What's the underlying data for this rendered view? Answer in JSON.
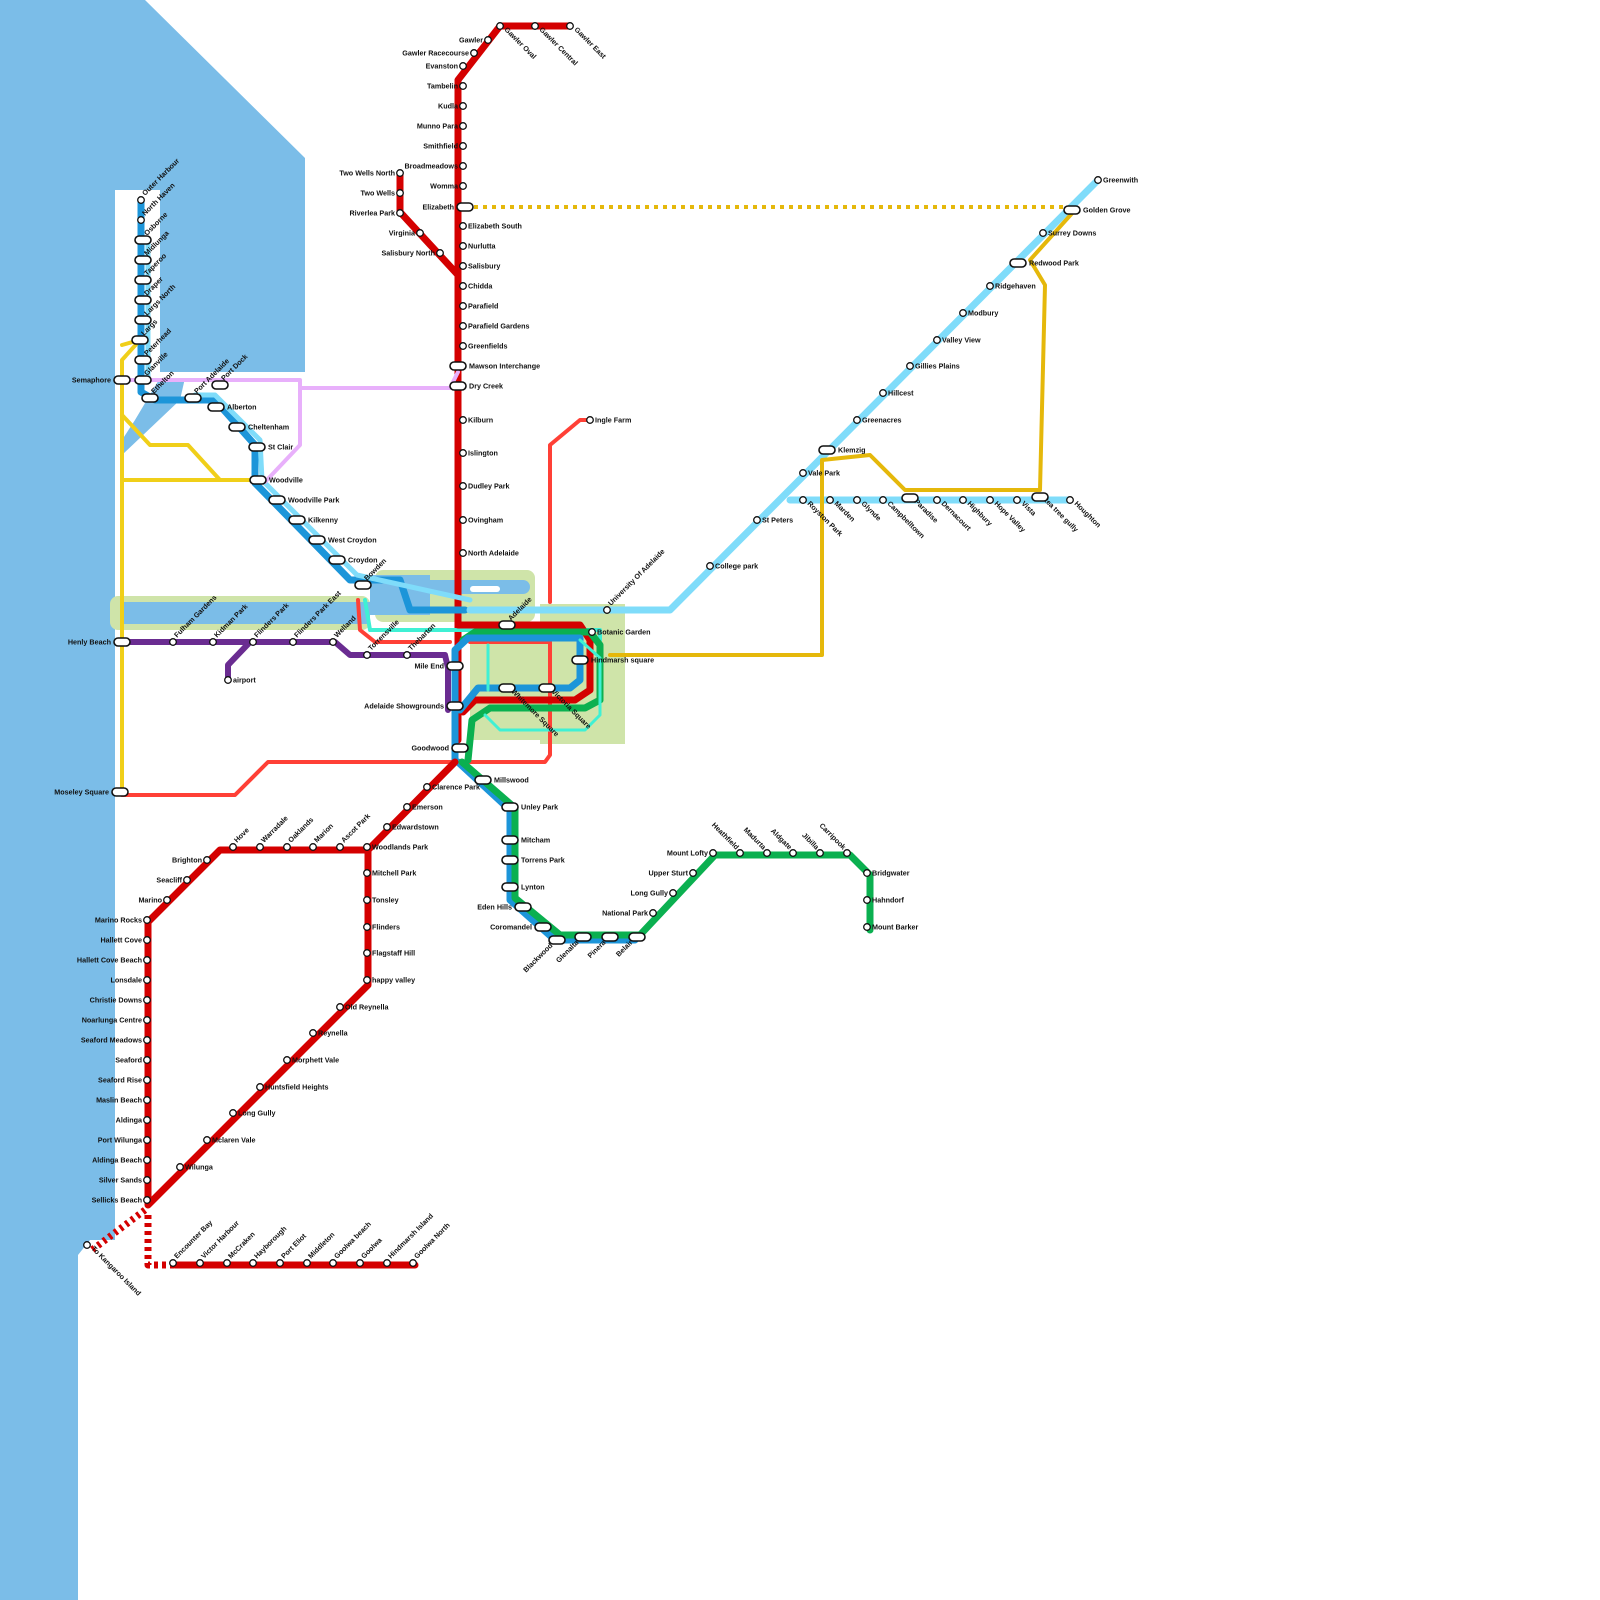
{
  "map_title": "Adelaide Metro Fantasy Map",
  "colors": {
    "sea": "#7bbde8",
    "park": "#cfe4a9",
    "river": "#7bbde8",
    "gawler_line": "#d40000",
    "seaford_line": "#d40000",
    "tonsley_line": "#d40000",
    "outer_harbor_line": "#1c95d9",
    "grange_line": "#7fdcfa",
    "semaphore_line": "#f0cf19",
    "airport_line": "#6a2c91",
    "port_dock_tram": "#e8b0fb",
    "belair_line": "#1c95d9",
    "mount_barker_line": "#0bb050",
    "tea_tree_line": "#7fdcfa",
    "north_east_line": "#e5b80b",
    "tram_line": "#ff4036",
    "city_loop": "#3ff0d4"
  },
  "labels": {
    "gawler": "Gawler",
    "gawler_oval": "Gawler Oval",
    "gawler_central": "Gawler Central",
    "gawler_east": "Gawler East",
    "gawler_racecourse": "Gawler Racecourse",
    "evanston": "Evanston",
    "tambelin": "Tambelin",
    "kudla": "Kudla",
    "munno_para": "Munno Para",
    "smithfield": "Smithfield",
    "broadmeadows": "Broadmeadows",
    "womma": "Womma",
    "elizabeth": "Elizabeth",
    "elizabeth_south": "Elizabeth South",
    "nurlutta": "Nurlutta",
    "salisbury": "Salisbury",
    "chidda": "Chidda",
    "parafield": "Parafield",
    "parafield_gardens": "Parafield Gardens",
    "greenfields": "Greenfields",
    "mawson": "Mawson Interchange",
    "dry_creek": "Dry Creek",
    "kilburn": "Kilburn",
    "islington": "Islington",
    "dudley_park": "Dudley Park",
    "ovingham": "Ovingham",
    "north_adelaide": "North Adelaide",
    "two_wells_north": "Two Wells North",
    "two_wells": "Two Wells",
    "riverlea_park": "Riverlea Park",
    "virginia": "Virginia",
    "salisbury_north": "Salisbury North",
    "outer_harbour": "Outer Harbour",
    "north_haven": "North Haven",
    "osborne": "Osborne",
    "midlunga": "Midlunga",
    "taperoo": "Taperoo",
    "draper": "Draper",
    "largs_north": "Largs North",
    "largs": "Largs",
    "peterhead": "Peterhead",
    "glanville": "Glanville",
    "semaphore": "Semaphore",
    "ethelton": "Ethelton",
    "port_adelaide": "Port Adelaide",
    "port_dock": "Port Dock",
    "alberton": "Alberton",
    "cheltenham": "Cheltenham",
    "st_clair": "St Clair",
    "woodville": "Woodville",
    "woodville_park": "Woodville Park",
    "kilkenny": "Kilkenny",
    "west_croydon": "West Croydon",
    "croydon": "Croydon",
    "bowden": "Bowden",
    "henly_beach": "Henly Beach",
    "fulham_gardens": "Fulham Gardens",
    "kidman_park": "Kidman Park",
    "flinders_park": "Flinders Park",
    "flinders_park_east": "Flinders Park East",
    "welland": "Welland",
    "airport": "airport",
    "torrensville": "Torrensville",
    "thebarton": "Thebarton",
    "mile_end": "Mile End",
    "showgrounds": "Adelaide Showgrounds",
    "goodwood": "Goodwood",
    "adelaide": "Adelaide",
    "uni_adelaide": "University Of Adelaide",
    "botanic_garden": "Botanic Garden",
    "hindmarsh_square": "Hindmarsh square",
    "whitmore_square": "Whitemore Square",
    "victoria_square": "Victoria Square",
    "ingle_farm": "Ingle Farm",
    "moseley_square": "Moseley Square",
    "greenwith": "Greenwith",
    "golden_grove": "Golden Grove",
    "surrey_downs": "Surrey Downs",
    "redwood_park": "Redwood Park",
    "ridgehaven": "Ridgehaven",
    "modbury": "Modbury",
    "valley_view": "Valley View",
    "gillies_plains": "Gillies Plains",
    "hillcest": "Hillcest",
    "greenacres": "Greenacres",
    "klemzig": "Klemzig",
    "vale_park": "Vale Park",
    "st_peters": "St Peters",
    "college_park": "College park",
    "royston_park": "Royston Park",
    "marden": "Marden",
    "glynde": "Glynde",
    "campbelltown": "Campbelltown",
    "paradise": "Paradise",
    "dernacourt": "Dernacourt",
    "highbury": "Highbury",
    "hope_valley": "Hope Valley",
    "vista": "Vista",
    "tea_tree_gully": "tea tree gully",
    "houghton": "Houghton",
    "millswood": "Millswood",
    "unley_park": "Unley Park",
    "mitcham": "Mitcham",
    "torrens_park": "Torrens Park",
    "lynton": "Lynton",
    "eden_hills": "Eden Hills",
    "coromandel": "Coromandel",
    "blackwood": "Blackwood",
    "glenalta": "Glenalta",
    "pinera": "Pinera",
    "belair": "Belair",
    "national_park": "National Park",
    "long_gully_hills": "Long Gully",
    "upper_sturt": "Upper Sturt",
    "mount_lofty": "Mount Lofty",
    "heathfield": "Heathfield",
    "madurta": "Madurta",
    "aldgate": "Aldgate",
    "jibilla": "Jibilla",
    "carripook": "Carripook",
    "bridgwater": "Bridgwater",
    "hahndorf": "Hahndorf",
    "mount_barker": "Mount Barker",
    "clarence_park": "Clarence Park",
    "emerson": "Emerson",
    "edwardstown": "Edwardstown",
    "woodlands_park": "Woodlands Park",
    "ascot_park": "Ascot Park",
    "marion": "Marion",
    "oaklands": "Oaklands",
    "warradale": "Warradale",
    "hove": "Hove",
    "brighton": "Brighton",
    "seacliff": "Seacliff",
    "marino": "Marino",
    "marino_rocks": "Marino Rocks",
    "hallett_cove": "Hallett Cove",
    "hallett_cove_beach": "Hallett Cove Beach",
    "lonsdale": "Lonsdale",
    "christie_downs": "Christie Downs",
    "noarlunga_centre": "Noarlunga Centre",
    "seaford_meadows": "Seaford Meadows",
    "seaford": "Seaford",
    "seaford_rise": "Seaford Rise",
    "maslin_beach": "Maslin Beach",
    "aldinga": "Aldinga",
    "port_wilunga": "Port Wilunga",
    "aldinga_beach": "Aldinga Beach",
    "silver_sands": "Silver Sands",
    "sellicks_beach": "Sellicks Beach",
    "mitchell_park": "Mitchell Park",
    "tonsley": "Tonsley",
    "flinders": "Flinders",
    "flagstaff_hill": "Flagstaff Hill",
    "happy_valley": "happy valley",
    "old_reynella": "Old Reynella",
    "reynella": "Reynella",
    "morphett_vale": "Morphett Vale",
    "huntsfield_heights": "Huntsfield Heights",
    "long_gully_south": "Long Gully",
    "mclaren_vale": "Mclaren Vale",
    "wilunga": "Wilunga",
    "to_kangaroo_island": "To Kangaroo Island",
    "encounter_bay": "Encounter Bay",
    "victor_harbour": "Victor Harbour",
    "mccraken": "McCraken",
    "hayborough": "Hayborough",
    "port_eliot": "Port Eliot",
    "middleton": "Middleton",
    "goolwa_beach": "Goolwa beach",
    "goolwa": "Goolwa",
    "hindmarsh_island": "Hindmarsh Island",
    "goolwa_north": "Goolwa North"
  }
}
